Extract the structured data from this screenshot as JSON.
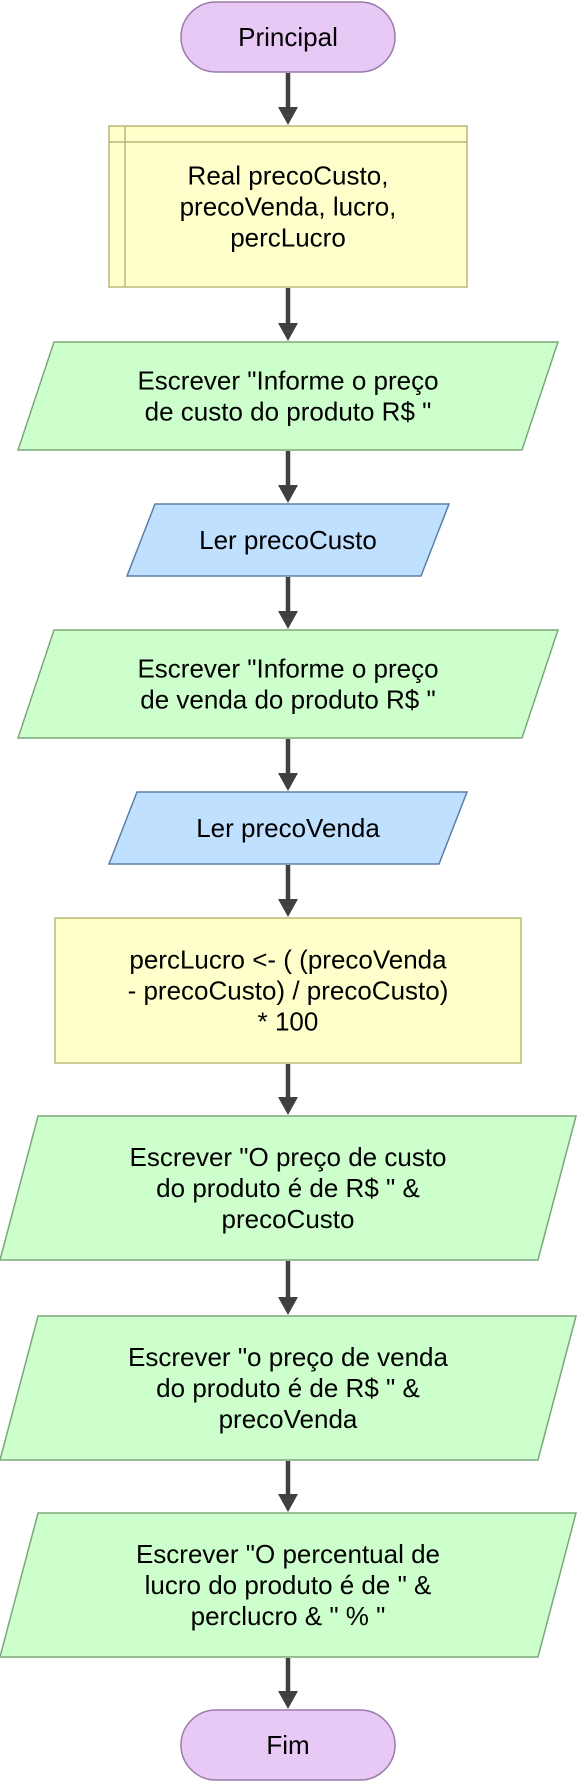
{
  "diagram": {
    "title": "",
    "nodes": [
      {
        "id": "start",
        "type": "terminal",
        "lines": [
          "Principal"
        ],
        "color": "#e8c8f5"
      },
      {
        "id": "decl",
        "type": "declaration",
        "lines": [
          "Real precoCusto,",
          "precoVenda, lucro,",
          "percLucro"
        ],
        "color": "#ffffcc"
      },
      {
        "id": "out1",
        "type": "output",
        "lines": [
          "Escrever \"Informe o preço",
          "de custo do produto R$ \""
        ],
        "color": "#ccffcc"
      },
      {
        "id": "in1",
        "type": "input",
        "lines": [
          "Ler precoCusto"
        ],
        "color": "#c0e0ff"
      },
      {
        "id": "out2",
        "type": "output",
        "lines": [
          "Escrever \"Informe o preço",
          "de venda do produto R$ \""
        ],
        "color": "#ccffcc"
      },
      {
        "id": "in2",
        "type": "input",
        "lines": [
          "Ler precoVenda"
        ],
        "color": "#c0e0ff"
      },
      {
        "id": "assign",
        "type": "process",
        "lines": [
          "percLucro <- ( (precoVenda",
          "- precoCusto) / precoCusto)",
          "* 100"
        ],
        "color": "#ffffcc"
      },
      {
        "id": "out3",
        "type": "output",
        "lines": [
          "Escrever \"O preço de custo",
          "do produto é de R$ \" &",
          "precoCusto"
        ],
        "color": "#ccffcc"
      },
      {
        "id": "out4",
        "type": "output",
        "lines": [
          "Escrever \"o preço de venda",
          "do produto é de R$ \" &",
          "precoVenda"
        ],
        "color": "#ccffcc"
      },
      {
        "id": "out5",
        "type": "output",
        "lines": [
          "Escrever \"O percentual de",
          "lucro do produto é de \" &",
          "perclucro & \" % \""
        ],
        "color": "#ccffcc"
      },
      {
        "id": "end",
        "type": "terminal",
        "lines": [
          "Fim"
        ],
        "color": "#e8c8f5"
      }
    ],
    "edges": [
      [
        "start",
        "decl"
      ],
      [
        "decl",
        "out1"
      ],
      [
        "out1",
        "in1"
      ],
      [
        "in1",
        "out2"
      ],
      [
        "out2",
        "in2"
      ],
      [
        "in2",
        "assign"
      ],
      [
        "assign",
        "out3"
      ],
      [
        "out3",
        "out4"
      ],
      [
        "out4",
        "out5"
      ],
      [
        "out5",
        "end"
      ]
    ],
    "stroke_colors": {
      "terminal": "#9a7aa8",
      "declaration": "#b8b878",
      "process": "#b8b878",
      "output": "#7aa87a",
      "input": "#5a80a8"
    }
  }
}
